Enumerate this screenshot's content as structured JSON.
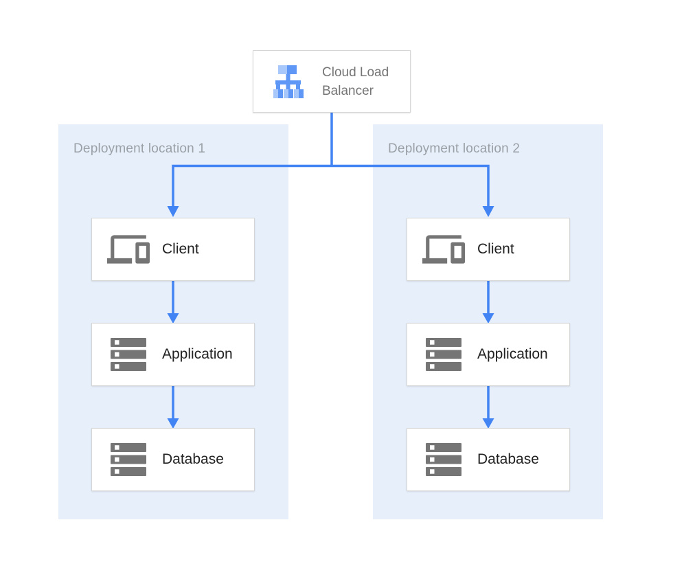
{
  "diagram": {
    "type": "architecture-diagram",
    "load_balancer": {
      "label": "Cloud Load Balancer",
      "icon": "load-balancer-icon"
    },
    "panels": [
      {
        "label": "Deployment location 1",
        "nodes": [
          {
            "label": "Client",
            "icon": "devices-icon"
          },
          {
            "label": "Application",
            "icon": "server-stack-icon"
          },
          {
            "label": "Database",
            "icon": "server-stack-icon"
          }
        ]
      },
      {
        "label": "Deployment location 2",
        "nodes": [
          {
            "label": "Client",
            "icon": "devices-icon"
          },
          {
            "label": "Application",
            "icon": "server-stack-icon"
          },
          {
            "label": "Database",
            "icon": "server-stack-icon"
          }
        ]
      }
    ],
    "edges": [
      {
        "from": "Cloud Load Balancer",
        "to": "Client @ Deployment location 1"
      },
      {
        "from": "Cloud Load Balancer",
        "to": "Client @ Deployment location 2"
      },
      {
        "from": "Client @ Deployment location 1",
        "to": "Application @ Deployment location 1"
      },
      {
        "from": "Application @ Deployment location 1",
        "to": "Database @ Deployment location 1"
      },
      {
        "from": "Client @ Deployment location 2",
        "to": "Application @ Deployment location 2"
      },
      {
        "from": "Application @ Deployment location 2",
        "to": "Database @ Deployment location 2"
      }
    ],
    "colors": {
      "connector_blue": "#4284F3",
      "panel_background": "#E7EFFA",
      "node_border": "#D6D6D6",
      "node_text": "#212121",
      "muted_text": "#757575",
      "panel_label_text": "#9AA0A6",
      "icon_gray": "#757575",
      "icon_blue_light": "#A8C7FA",
      "icon_blue_medium": "#5E97F6"
    }
  }
}
